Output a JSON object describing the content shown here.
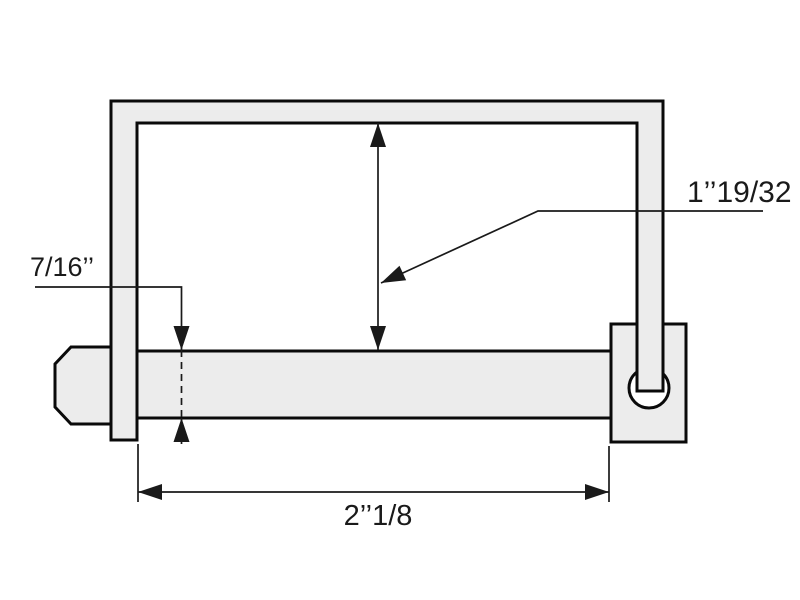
{
  "diagram": {
    "labels": {
      "inner_height": "1’’19/32",
      "pin_diameter": "7/16’’",
      "pin_length": "2’’1/8"
    },
    "colors": {
      "background": "#ffffff",
      "part_fill": "#ececec",
      "outline": "#0a0a0a",
      "dimension": "#1a1a1a",
      "hole_fill": "#ffffff"
    }
  }
}
